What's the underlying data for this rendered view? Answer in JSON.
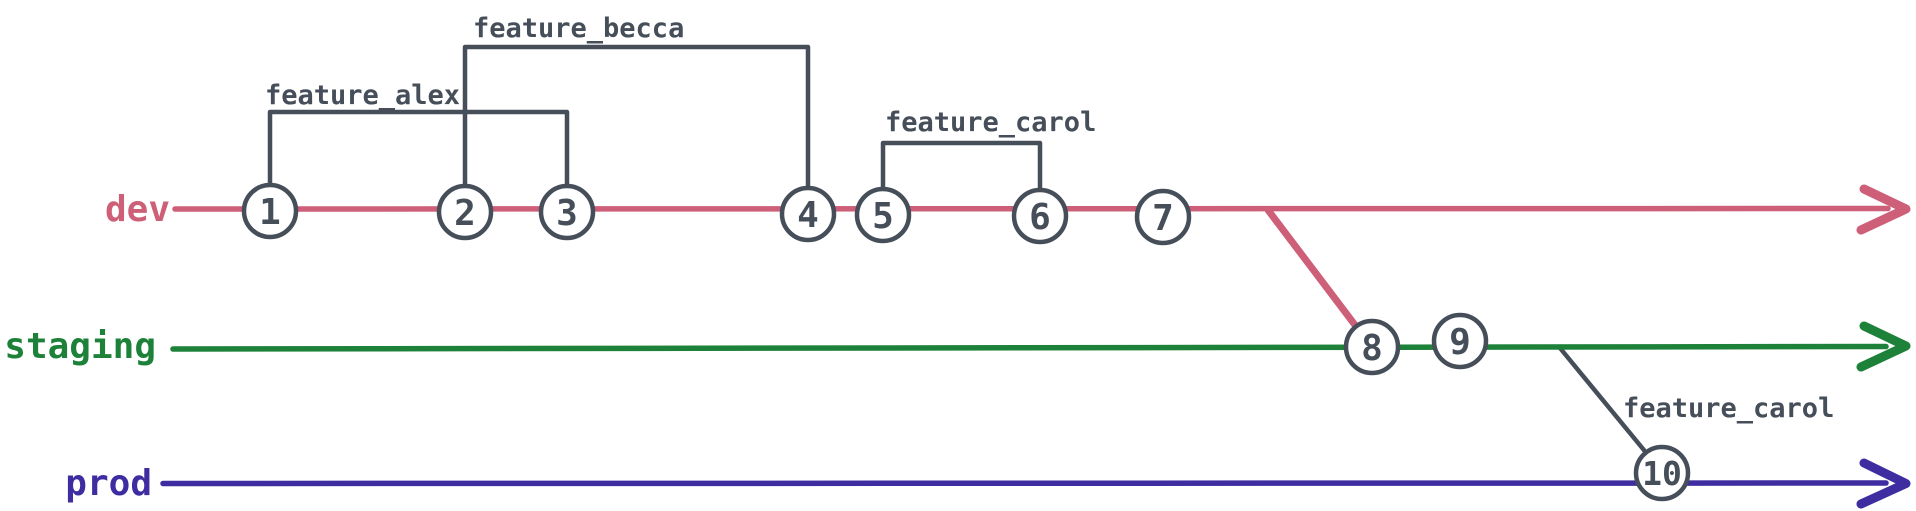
{
  "diagram": {
    "type": "git-branch-graph",
    "background": "#ffffff",
    "ink_color": "#454e59",
    "node_fill": "#ffffff",
    "branches": [
      {
        "name": "dev",
        "color": "#cd5f78"
      },
      {
        "name": "staging",
        "color": "#1e8139"
      },
      {
        "name": "prod",
        "color": "#3d2da1"
      }
    ],
    "commits": [
      {
        "label": "1",
        "branch": "dev"
      },
      {
        "label": "2",
        "branch": "dev"
      },
      {
        "label": "3",
        "branch": "dev"
      },
      {
        "label": "4",
        "branch": "dev"
      },
      {
        "label": "5",
        "branch": "dev"
      },
      {
        "label": "6",
        "branch": "dev"
      },
      {
        "label": "7",
        "branch": "dev"
      },
      {
        "label": "8",
        "branch": "staging"
      },
      {
        "label": "9",
        "branch": "staging"
      },
      {
        "label": "10",
        "branch": "prod"
      }
    ],
    "feature_branches": [
      {
        "label": "feature_alex",
        "from_commit": "1",
        "to_commit": "3"
      },
      {
        "label": "feature_becca",
        "from_commit": "2",
        "to_commit": "4"
      },
      {
        "label": "feature_carol",
        "from_commit": "5",
        "to_commit": "6"
      }
    ],
    "merges": [
      {
        "from_branch": "dev",
        "to_branch": "staging",
        "at_commit": "8",
        "label": ""
      },
      {
        "from_branch": "staging",
        "to_branch": "prod",
        "at_commit": "10",
        "label": "feature_carol"
      }
    ]
  }
}
